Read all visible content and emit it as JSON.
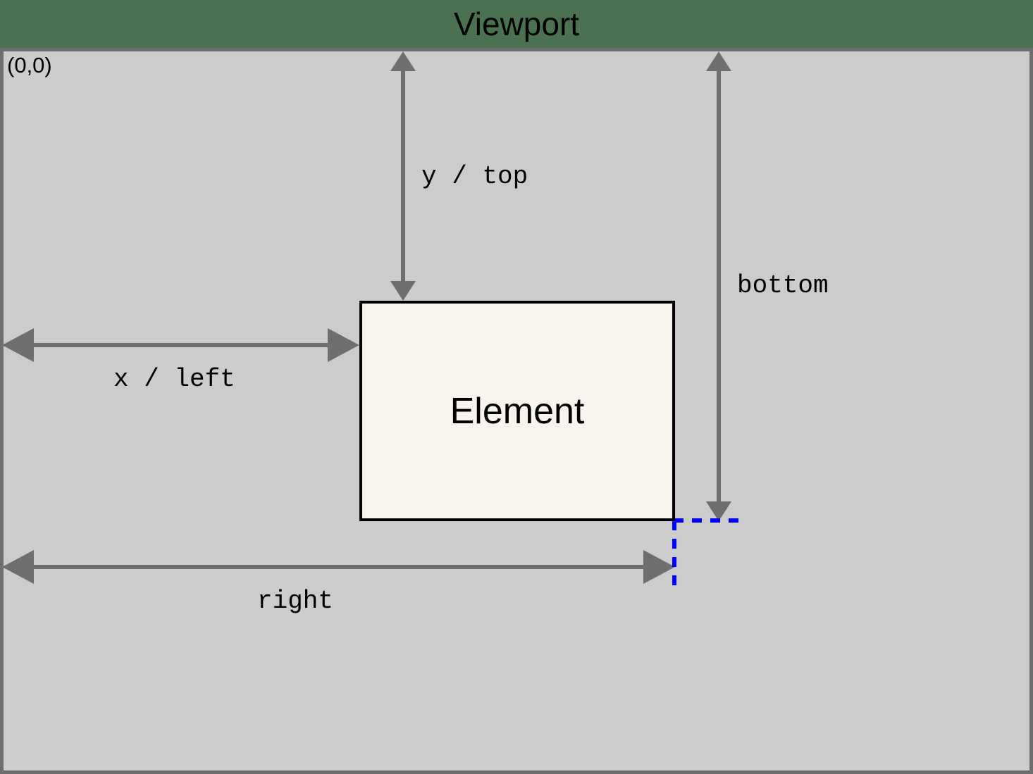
{
  "header": {
    "title": "Viewport",
    "background_color": "#4a7150",
    "text_color": "#000000"
  },
  "viewport": {
    "name": "viewport-panel",
    "origin_label": "(0,0)",
    "fill_color": "#cccccc",
    "border_color": "#6e6e6e"
  },
  "element": {
    "label": "Element",
    "fill_color": "#f7f4ee",
    "border_color": "#000000"
  },
  "measurements": [
    {
      "id": "y-top",
      "label": "y / top",
      "orientation": "vertical",
      "direction": "double"
    },
    {
      "id": "x-left",
      "label": "x / left",
      "orientation": "horizontal",
      "direction": "double"
    },
    {
      "id": "bottom",
      "label": "bottom",
      "orientation": "vertical",
      "direction": "double"
    },
    {
      "id": "right",
      "label": "right",
      "orientation": "horizontal",
      "direction": "double"
    }
  ],
  "guides": {
    "color": "#0000ff",
    "style": "dashed",
    "description": "bottom-right corner projection guides"
  },
  "colors": {
    "arrow": "#6e6e6e",
    "guide": "#0000ff",
    "element_fill": "#f7f4ee",
    "viewport_fill": "#cccccc",
    "header_green": "#4a7150"
  }
}
